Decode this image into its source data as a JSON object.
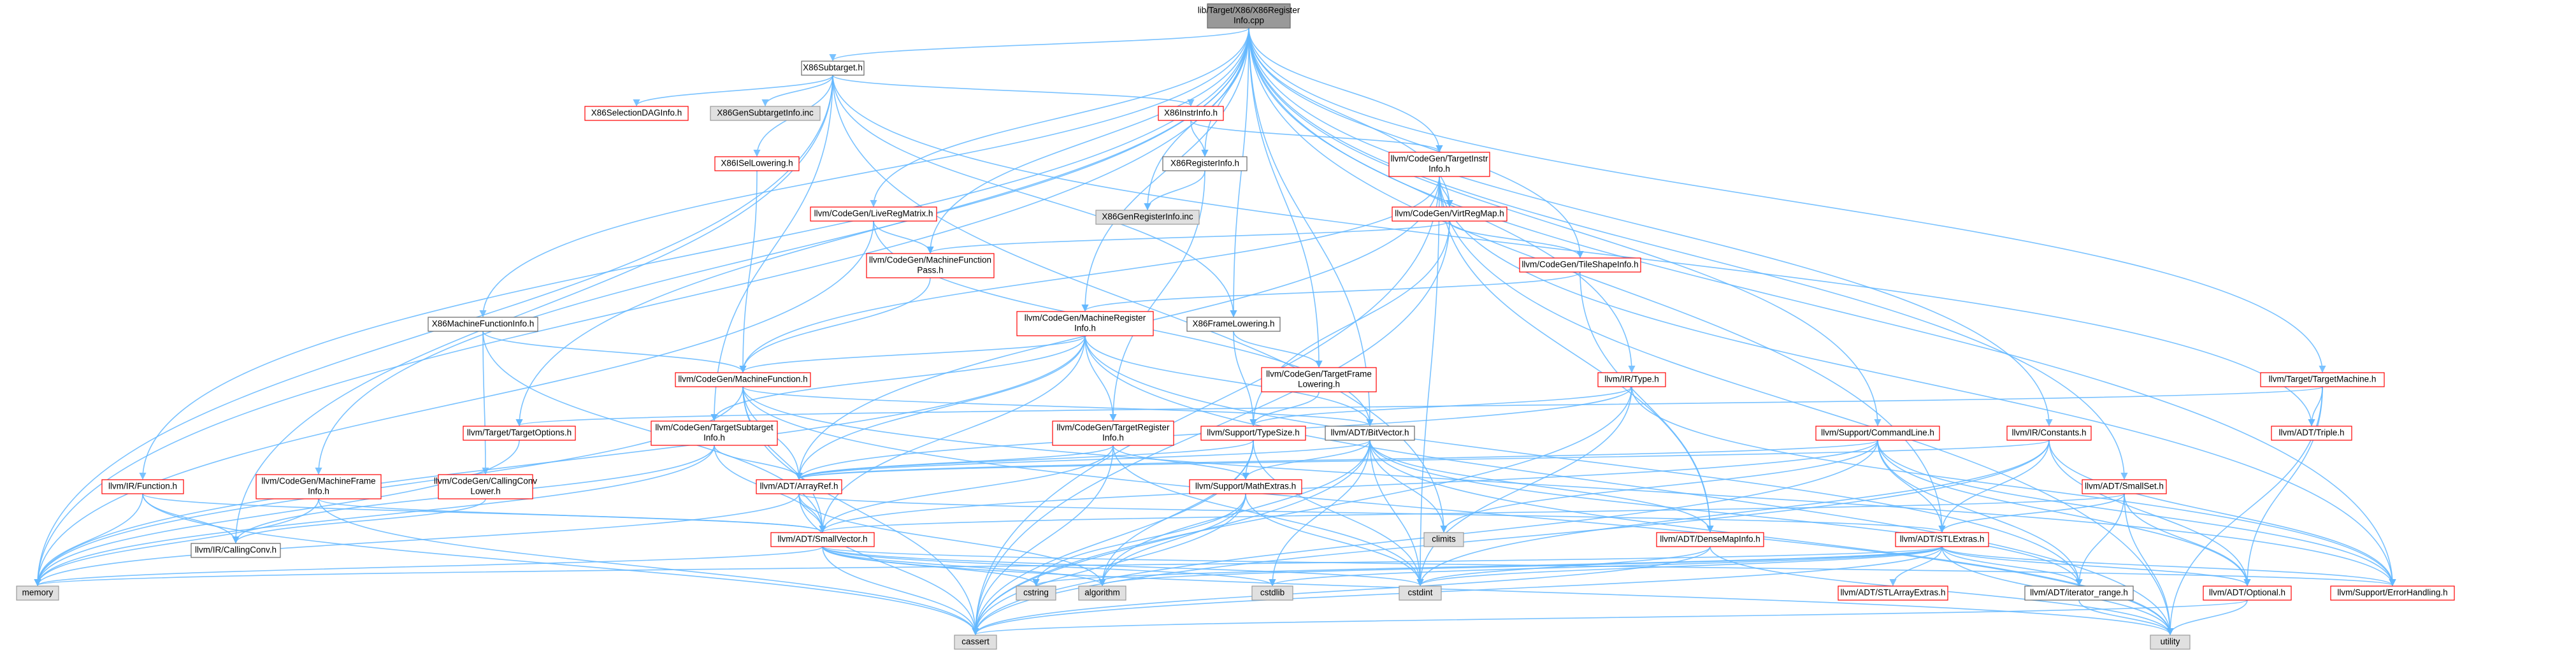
{
  "colors": {
    "root_fill": "#999999",
    "root_border": "#666666",
    "doc_fill": "#ffffff",
    "doc_border": "#ff0000",
    "plain_fill": "#ffffff",
    "plain_border": "#666666",
    "ext_fill": "#e0e0e0",
    "ext_border": "#999999",
    "edge": "#63b8ff",
    "text": "#000000"
  },
  "nodes": {
    "root": {
      "lines": [
        "lib/Target/X86/X86Register",
        "Info.cpp"
      ],
      "kind": "root"
    },
    "x86subtarget": {
      "lines": [
        "X86Subtarget.h"
      ],
      "kind": "plain"
    },
    "x86selectiondag": {
      "lines": [
        "X86SelectionDAGInfo.h"
      ],
      "kind": "doc"
    },
    "x86gensubtargetinc": {
      "lines": [
        "X86GenSubtargetInfo.inc"
      ],
      "kind": "ext"
    },
    "x86instrinfo": {
      "lines": [
        "X86InstrInfo.h"
      ],
      "kind": "doc"
    },
    "x86isellowering": {
      "lines": [
        "X86ISelLowering.h"
      ],
      "kind": "doc"
    },
    "x86registerinfo": {
      "lines": [
        "X86RegisterInfo.h"
      ],
      "kind": "plain"
    },
    "x86genregisterinfoinc": {
      "lines": [
        "X86GenRegisterInfo.inc"
      ],
      "kind": "ext"
    },
    "targetinstrinfo": {
      "lines": [
        "llvm/CodeGen/TargetInstr",
        "Info.h"
      ],
      "kind": "doc"
    },
    "virtregmap": {
      "lines": [
        "llvm/CodeGen/VirtRegMap.h"
      ],
      "kind": "doc"
    },
    "liveregmatrix": {
      "lines": [
        "llvm/CodeGen/LiveRegMatrix.h"
      ],
      "kind": "doc"
    },
    "machinefunctionpass": {
      "lines": [
        "llvm/CodeGen/MachineFunction",
        "Pass.h"
      ],
      "kind": "doc"
    },
    "tileshapeinfo": {
      "lines": [
        "llvm/CodeGen/TileShapeInfo.h"
      ],
      "kind": "doc"
    },
    "machineregisterinfo": {
      "lines": [
        "llvm/CodeGen/MachineRegister",
        "Info.h"
      ],
      "kind": "doc"
    },
    "x86framelowering": {
      "lines": [
        "X86FrameLowering.h"
      ],
      "kind": "plain"
    },
    "x86machinefunctioninfo": {
      "lines": [
        "X86MachineFunctionInfo.h"
      ],
      "kind": "plain"
    },
    "machinefunction": {
      "lines": [
        "llvm/CodeGen/MachineFunction.h"
      ],
      "kind": "doc"
    },
    "targetframelowering": {
      "lines": [
        "llvm/CodeGen/TargetFrame",
        "Lowering.h"
      ],
      "kind": "doc"
    },
    "iltype": {
      "lines": [
        "llvm/IR/Type.h"
      ],
      "kind": "doc"
    },
    "targetmachine": {
      "lines": [
        "llvm/Target/TargetMachine.h"
      ],
      "kind": "doc"
    },
    "triple": {
      "lines": [
        "llvm/ADT/Triple.h"
      ],
      "kind": "doc"
    },
    "targetoptions": {
      "lines": [
        "llvm/Target/TargetOptions.h"
      ],
      "kind": "doc"
    },
    "targetsubtargetinfo": {
      "lines": [
        "llvm/CodeGen/TargetSubtarget",
        "Info.h"
      ],
      "kind": "doc"
    },
    "targetregisterinfo": {
      "lines": [
        "llvm/CodeGen/TargetRegister",
        "Info.h"
      ],
      "kind": "doc"
    },
    "typesize": {
      "lines": [
        "llvm/Support/TypeSize.h"
      ],
      "kind": "doc"
    },
    "bitvector": {
      "lines": [
        "llvm/ADT/BitVector.h"
      ],
      "kind": "plain"
    },
    "commandline": {
      "lines": [
        "llvm/Support/CommandLine.h"
      ],
      "kind": "doc"
    },
    "constants": {
      "lines": [
        "llvm/IR/Constants.h"
      ],
      "kind": "doc"
    },
    "smallset": {
      "lines": [
        "llvm/ADT/SmallSet.h"
      ],
      "kind": "doc"
    },
    "irfunction": {
      "lines": [
        "llvm/IR/Function.h"
      ],
      "kind": "doc"
    },
    "machineframeinfo": {
      "lines": [
        "llvm/CodeGen/MachineFrame",
        "Info.h"
      ],
      "kind": "doc"
    },
    "callingconvlower": {
      "lines": [
        "llvm/CodeGen/CallingConv",
        "Lower.h"
      ],
      "kind": "doc"
    },
    "arrayref": {
      "lines": [
        "llvm/ADT/ArrayRef.h"
      ],
      "kind": "doc"
    },
    "mathextras": {
      "lines": [
        "llvm/Support/MathExtras.h"
      ],
      "kind": "doc"
    },
    "densemapinfo": {
      "lines": [
        "llvm/ADT/DenseMapInfo.h"
      ],
      "kind": "doc"
    },
    "stlextras": {
      "lines": [
        "llvm/ADT/STLExtras.h"
      ],
      "kind": "doc"
    },
    "callingconv": {
      "lines": [
        "llvm/IR/CallingConv.h"
      ],
      "kind": "plain"
    },
    "smallvector": {
      "lines": [
        "llvm/ADT/SmallVector.h"
      ],
      "kind": "doc"
    },
    "stlarrayextras": {
      "lines": [
        "llvm/ADT/STLArrayExtras.h"
      ],
      "kind": "doc"
    },
    "iteratorrange": {
      "lines": [
        "llvm/ADT/iterator_range.h"
      ],
      "kind": "plain"
    },
    "optional": {
      "lines": [
        "llvm/ADT/Optional.h"
      ],
      "kind": "doc"
    },
    "errorhandling": {
      "lines": [
        "llvm/Support/ErrorHandling.h"
      ],
      "kind": "doc"
    },
    "memory": {
      "lines": [
        "memory"
      ],
      "kind": "ext"
    },
    "cstring": {
      "lines": [
        "cstring"
      ],
      "kind": "ext"
    },
    "algorithm": {
      "lines": [
        "algorithm"
      ],
      "kind": "ext"
    },
    "cstdlib": {
      "lines": [
        "cstdlib"
      ],
      "kind": "ext"
    },
    "cstdint": {
      "lines": [
        "cstdint"
      ],
      "kind": "ext"
    },
    "climits": {
      "lines": [
        "climits"
      ],
      "kind": "ext"
    },
    "cassert": {
      "lines": [
        "cassert"
      ],
      "kind": "ext"
    },
    "utility": {
      "lines": [
        "utility"
      ],
      "kind": "ext"
    }
  },
  "edges": [
    [
      "root",
      "x86subtarget"
    ],
    [
      "root",
      "x86genregisterinfoinc"
    ],
    [
      "root",
      "x86registerinfo"
    ],
    [
      "root",
      "targetinstrinfo"
    ],
    [
      "root",
      "virtregmap"
    ],
    [
      "root",
      "liveregmatrix"
    ],
    [
      "root",
      "machinefunctionpass"
    ],
    [
      "root",
      "tileshapeinfo"
    ],
    [
      "root",
      "machineregisterinfo"
    ],
    [
      "root",
      "x86framelowering"
    ],
    [
      "root",
      "x86machinefunctioninfo"
    ],
    [
      "root",
      "targetframelowering"
    ],
    [
      "root",
      "iltype"
    ],
    [
      "root",
      "targetmachine"
    ],
    [
      "root",
      "targetoptions"
    ],
    [
      "root",
      "commandline"
    ],
    [
      "root",
      "constants"
    ],
    [
      "root",
      "smallset"
    ],
    [
      "root",
      "irfunction"
    ],
    [
      "root",
      "machineframeinfo"
    ],
    [
      "root",
      "bitvector"
    ],
    [
      "root",
      "stlextras"
    ],
    [
      "root",
      "errorhandling"
    ],
    [
      "root",
      "memory"
    ],
    [
      "x86subtarget",
      "x86selectiondag"
    ],
    [
      "x86subtarget",
      "x86gensubtargetinc"
    ],
    [
      "x86subtarget",
      "x86instrinfo"
    ],
    [
      "x86subtarget",
      "x86isellowering"
    ],
    [
      "x86subtarget",
      "x86framelowering"
    ],
    [
      "x86subtarget",
      "targetsubtargetinfo"
    ],
    [
      "x86subtarget",
      "callingconv"
    ],
    [
      "x86subtarget",
      "triple"
    ],
    [
      "x86subtarget",
      "memory"
    ],
    [
      "x86subtarget",
      "climits"
    ],
    [
      "x86instrinfo",
      "x86registerinfo"
    ],
    [
      "x86instrinfo",
      "targetinstrinfo"
    ],
    [
      "x86registerinfo",
      "x86genregisterinfoinc"
    ],
    [
      "x86registerinfo",
      "targetregisterinfo"
    ],
    [
      "x86isellowering",
      "machinefunction"
    ],
    [
      "targetinstrinfo",
      "virtregmap"
    ],
    [
      "targetinstrinfo",
      "machinefunction"
    ],
    [
      "targetinstrinfo",
      "densemapinfo"
    ],
    [
      "targetinstrinfo",
      "arrayref"
    ],
    [
      "targetinstrinfo",
      "errorhandling"
    ],
    [
      "targetinstrinfo",
      "utility"
    ],
    [
      "targetinstrinfo",
      "cstdint"
    ],
    [
      "targetinstrinfo",
      "cassert"
    ],
    [
      "virtregmap",
      "tileshapeinfo"
    ],
    [
      "virtregmap",
      "machinefunctionpass"
    ],
    [
      "virtregmap",
      "typesize"
    ],
    [
      "virtregmap",
      "cassert"
    ],
    [
      "liveregmatrix",
      "machinefunctionpass"
    ],
    [
      "liveregmatrix",
      "bitvector"
    ],
    [
      "liveregmatrix",
      "memory"
    ],
    [
      "machinefunctionpass",
      "machinefunction"
    ],
    [
      "tileshapeinfo",
      "machineregisterinfo"
    ],
    [
      "tileshapeinfo",
      "densemapinfo"
    ],
    [
      "machineregisterinfo",
      "machinefunction"
    ],
    [
      "machineregisterinfo",
      "targetregisterinfo"
    ],
    [
      "machineregisterinfo",
      "targetsubtargetinfo"
    ],
    [
      "machineregisterinfo",
      "bitvector"
    ],
    [
      "machineregisterinfo",
      "arrayref"
    ],
    [
      "machineregisterinfo",
      "smallvector"
    ],
    [
      "machineregisterinfo",
      "iteratorrange"
    ],
    [
      "machineregisterinfo",
      "memory"
    ],
    [
      "machineregisterinfo",
      "utility"
    ],
    [
      "x86framelowering",
      "targetframelowering"
    ],
    [
      "x86framelowering",
      "typesize"
    ],
    [
      "x86machinefunctioninfo",
      "machinefunction"
    ],
    [
      "x86machinefunctioninfo",
      "callingconvlower"
    ],
    [
      "x86machinefunctioninfo",
      "smallvector"
    ],
    [
      "machinefunction",
      "arrayref"
    ],
    [
      "machinefunction",
      "smallvector"
    ],
    [
      "machinefunction",
      "bitvector"
    ],
    [
      "machinefunction",
      "memory"
    ],
    [
      "machinefunction",
      "utility"
    ],
    [
      "machinefunction",
      "cassert"
    ],
    [
      "machinefunction",
      "errorhandling"
    ],
    [
      "targetframelowering",
      "typesize"
    ],
    [
      "iltype",
      "typesize"
    ],
    [
      "iltype",
      "arrayref"
    ],
    [
      "iltype",
      "cassert"
    ],
    [
      "iltype",
      "cstdint"
    ],
    [
      "iltype",
      "errorhandling"
    ],
    [
      "targetmachine",
      "triple"
    ],
    [
      "targetmachine",
      "optional"
    ],
    [
      "targetmachine",
      "targetoptions"
    ],
    [
      "targetmachine",
      "utility"
    ],
    [
      "targetoptions",
      "memory"
    ],
    [
      "targetsubtargetinfo",
      "arrayref"
    ],
    [
      "targetsubtargetinfo",
      "smallvector"
    ],
    [
      "targetsubtargetinfo",
      "callingconv"
    ],
    [
      "targetsubtargetinfo",
      "memory"
    ],
    [
      "targetregisterinfo",
      "arrayref"
    ],
    [
      "targetregisterinfo",
      "smallvector"
    ],
    [
      "targetregisterinfo",
      "mathextras"
    ],
    [
      "targetregisterinfo",
      "cassert"
    ],
    [
      "targetregisterinfo",
      "cstdint"
    ],
    [
      "typesize",
      "arrayref"
    ],
    [
      "typesize",
      "mathextras"
    ],
    [
      "typesize",
      "algorithm"
    ],
    [
      "typesize",
      "cassert"
    ],
    [
      "typesize",
      "cstdint"
    ],
    [
      "bitvector",
      "arrayref"
    ],
    [
      "bitvector",
      "densemapinfo"
    ],
    [
      "bitvector",
      "iteratorrange"
    ],
    [
      "bitvector",
      "mathextras"
    ],
    [
      "bitvector",
      "algorithm"
    ],
    [
      "bitvector",
      "cassert"
    ],
    [
      "bitvector",
      "climits"
    ],
    [
      "bitvector",
      "cstdint"
    ],
    [
      "bitvector",
      "cstdlib"
    ],
    [
      "bitvector",
      "utility"
    ],
    [
      "commandline",
      "arrayref"
    ],
    [
      "commandline",
      "stlextras"
    ],
    [
      "commandline",
      "smallvector"
    ],
    [
      "commandline",
      "iteratorrange"
    ],
    [
      "commandline",
      "errorhandling"
    ],
    [
      "commandline",
      "optional"
    ],
    [
      "commandline",
      "climits"
    ],
    [
      "commandline",
      "cassert"
    ],
    [
      "constants",
      "arrayref"
    ],
    [
      "constants",
      "stlextras"
    ],
    [
      "constants",
      "optional"
    ],
    [
      "constants",
      "errorhandling"
    ],
    [
      "constants",
      "cstdint"
    ],
    [
      "constants",
      "cassert"
    ],
    [
      "smallset",
      "stlextras"
    ],
    [
      "smallset",
      "optional"
    ],
    [
      "smallset",
      "smallvector"
    ],
    [
      "smallset",
      "iteratorrange"
    ],
    [
      "smallset",
      "utility"
    ],
    [
      "irfunction",
      "callingconv"
    ],
    [
      "irfunction",
      "memory"
    ],
    [
      "irfunction",
      "cassert"
    ],
    [
      "irfunction",
      "smallvector"
    ],
    [
      "machineframeinfo",
      "smallvector"
    ],
    [
      "machineframeinfo",
      "cassert"
    ],
    [
      "machineframeinfo",
      "memory"
    ],
    [
      "callingconvlower",
      "callingconv"
    ],
    [
      "arrayref",
      "smallvector"
    ],
    [
      "arrayref",
      "stlextras"
    ],
    [
      "arrayref",
      "algorithm"
    ],
    [
      "arrayref",
      "cassert"
    ],
    [
      "arrayref",
      "memory"
    ],
    [
      "mathextras",
      "cstring"
    ],
    [
      "mathextras",
      "cassert"
    ],
    [
      "mathextras",
      "cstdint"
    ],
    [
      "mathextras",
      "algorithm"
    ],
    [
      "densemapinfo",
      "cassert"
    ],
    [
      "densemapinfo",
      "cstdint"
    ],
    [
      "densemapinfo",
      "utility"
    ],
    [
      "stlextras",
      "stlarrayextras"
    ],
    [
      "stlextras",
      "iteratorrange"
    ],
    [
      "stlextras",
      "optional"
    ],
    [
      "stlextras",
      "errorhandling"
    ],
    [
      "stlextras",
      "algorithm"
    ],
    [
      "stlextras",
      "cassert"
    ],
    [
      "stlextras",
      "cstdint"
    ],
    [
      "stlextras",
      "cstdlib"
    ],
    [
      "stlextras",
      "cstring"
    ],
    [
      "stlextras",
      "memory"
    ],
    [
      "stlextras",
      "utility"
    ],
    [
      "smallvector",
      "errorhandling"
    ],
    [
      "smallvector",
      "memory"
    ],
    [
      "smallvector",
      "cstring"
    ],
    [
      "smallvector",
      "cstdlib"
    ],
    [
      "smallvector",
      "cassert"
    ],
    [
      "smallvector",
      "cstdint"
    ],
    [
      "smallvector",
      "algorithm"
    ],
    [
      "smallvector",
      "utility"
    ],
    [
      "iteratorrange",
      "utility"
    ],
    [
      "optional",
      "cassert"
    ],
    [
      "optional",
      "utility"
    ]
  ]
}
